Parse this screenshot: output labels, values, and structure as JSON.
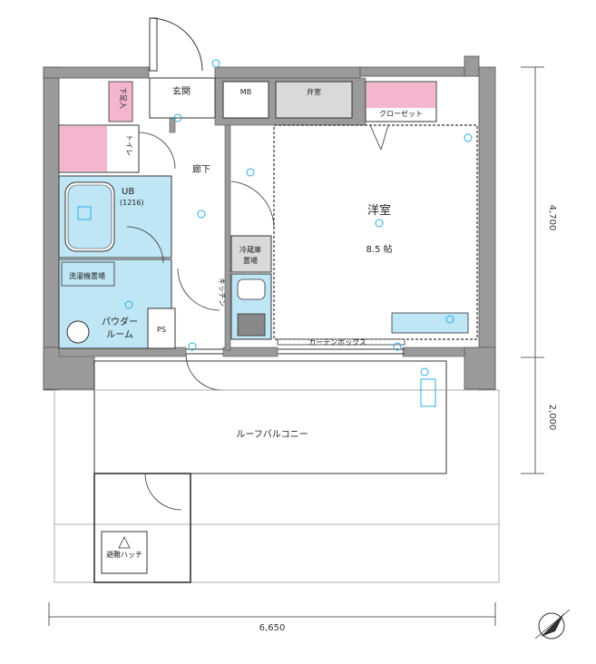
{
  "rooms": {
    "genkan": "玄関",
    "shitaire": "下足入",
    "mb": "MB",
    "bensitsu": "弁室",
    "closet": "クローゼット",
    "toilet": "トイレ",
    "rouka": "廊下",
    "ub": "UB",
    "ub_size": "(1216)",
    "youshitsu": "洋室",
    "youshitsu_size": "8.5 帖",
    "reizoko": "冷蔵庫",
    "reizoko2": "置場",
    "kitchen": "キッチン",
    "sentakuki": "洗濯機置場",
    "powder": "パウダー",
    "powder2": "ルーム",
    "ps": "PS",
    "curtain_box": "カーテンボックス",
    "roof_balcony": "ルーフバルコニー",
    "hatch": "避難ハッチ"
  },
  "dimensions": {
    "width": "6,650",
    "depth_room": "4,700",
    "depth_balcony": "2,000"
  },
  "colors": {
    "wall": "#9a9a9a",
    "wet_area": "#bfe6f5",
    "pink": "#f4b6cf",
    "line": "#222222",
    "equipment": "#29aee0"
  }
}
